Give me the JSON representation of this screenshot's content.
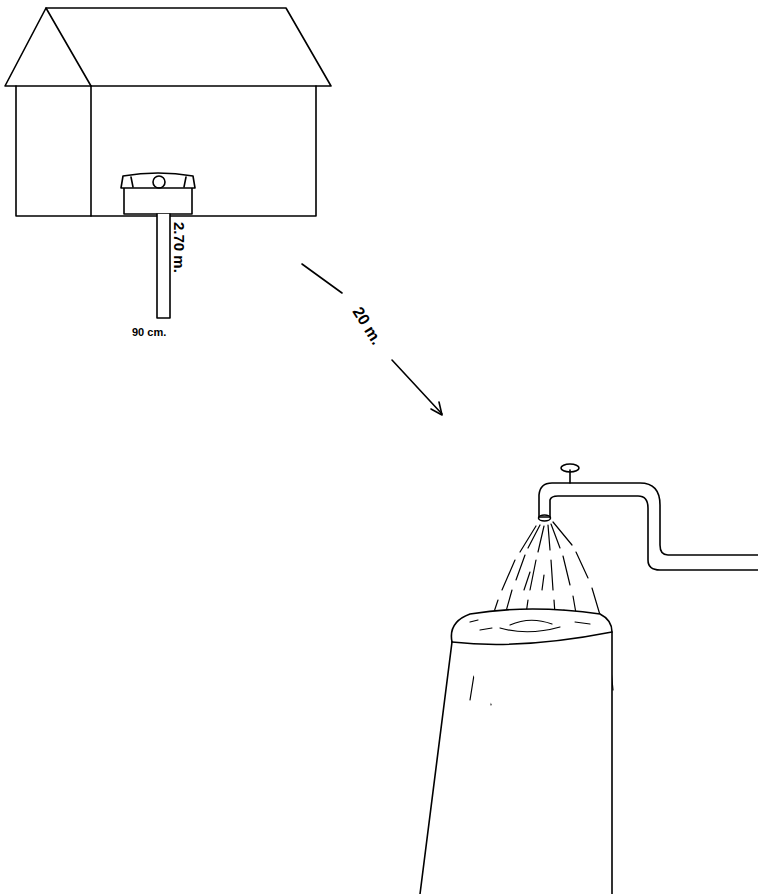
{
  "diagram": {
    "labels": [
      "2.70 m.",
      "90 cm.",
      "20 m."
    ]
  }
}
